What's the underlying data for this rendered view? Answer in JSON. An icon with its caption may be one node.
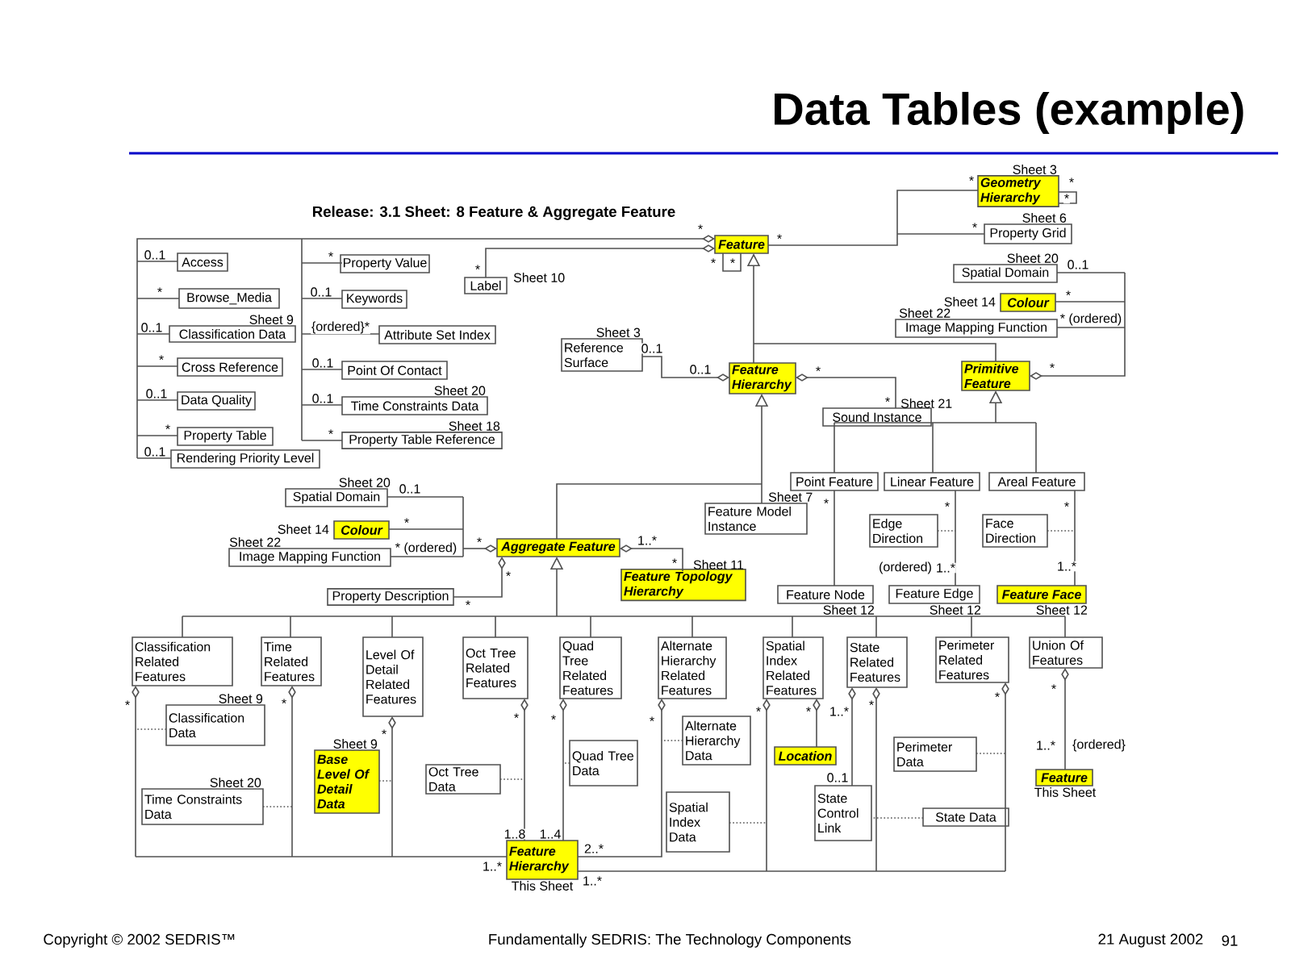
{
  "diagram": {
    "title": "Data Tables (example)",
    "nodes": [
      {
        "text": [
          "Feature"
        ]
      },
      {
        "text": [
          "Access"
        ]
      },
      {
        "text": [
          "Browse_Media"
        ]
      },
      {
        "text": [
          "Classification Data"
        ],
        "beside": [
          "Sheet 9"
        ]
      },
      {
        "text": [
          "Cross Reference"
        ]
      },
      {
        "text": [
          "Data Quality"
        ]
      },
      {
        "text": [
          "Property Table"
        ]
      },
      {
        "text": [
          "Rendering Priority Level"
        ]
      },
      {
        "text": [
          "Property Value"
        ]
      },
      {
        "text": [
          "Keywords"
        ]
      },
      {
        "text": [
          "Attribute Set Index"
        ]
      },
      {
        "text": [
          "Point Of Contact"
        ]
      },
      {
        "text": [
          "Time Constraints Data"
        ],
        "beside": [
          "Sheet 20"
        ]
      },
      {
        "text": [
          "Property Table Reference"
        ],
        "beside": [
          "Sheet 18"
        ]
      },
      {
        "text": [
          "Label"
        ],
        "beside": [
          "Sheet 10"
        ]
      },
      {
        "text": [
          "Geometry Hierarchy"
        ],
        "beside": [
          "Sheet 3"
        ]
      },
      {
        "text": [
          "Property Grid"
        ],
        "beside": [
          "Sheet 6"
        ]
      },
      {
        "text": [
          "Spatial Domain"
        ],
        "beside": [
          "Sheet 20"
        ]
      },
      {
        "text": [
          "Colour"
        ],
        "beside": [
          "Sheet 14"
        ]
      },
      {
        "text": [
          "Image Mapping Function"
        ],
        "beside": [
          "Sheet 22"
        ]
      },
      {
        "text": [
          "Primitive Feature"
        ]
      },
      {
        "text": [
          "Feature Hierarchy"
        ]
      },
      {
        "text": [
          "Reference Surface"
        ],
        "beside": [
          "Sheet 3"
        ]
      },
      {
        "text": [
          "Sound Instance"
        ],
        "beside": [
          "Sheet 21"
        ]
      },
      {
        "text": [
          "Point Feature"
        ]
      },
      {
        "text": [
          "Linear Feature"
        ]
      },
      {
        "text": [
          "Areal Feature"
        ]
      },
      {
        "text": [
          "Feature Model Instance"
        ],
        "beside": [
          "Sheet 7"
        ]
      },
      {
        "text": [
          "Edge Direction"
        ]
      },
      {
        "text": [
          "Face Direction"
        ]
      },
      {
        "text": [
          "Feature Node"
        ],
        "beside": [
          "Sheet 12"
        ]
      },
      {
        "text": [
          "Feature Edge"
        ],
        "beside": [
          "Sheet 12"
        ]
      },
      {
        "text": [
          "Feature Face"
        ],
        "beside": [
          "Sheet 12"
        ]
      },
      {
        "text": [
          "Aggregate Feature"
        ]
      },
      {
        "text": [
          "Spatial Domain"
        ],
        "beside": [
          "Sheet 20"
        ]
      },
      {
        "text": [
          "Colour"
        ],
        "beside": [
          "Sheet 14"
        ]
      },
      {
        "text": [
          "Image Mapping Function"
        ],
        "beside": [
          "Sheet 22"
        ]
      },
      {
        "text": [
          "Property Description"
        ]
      },
      {
        "text": [
          "Feature Topology Hierarchy"
        ],
        "beside": [
          "Sheet 11"
        ]
      },
      {
        "text": [
          "Classification Related Features"
        ]
      },
      {
        "text": [
          "Time Related Features"
        ]
      },
      {
        "text": [
          "Level Of Detail Related Features"
        ]
      },
      {
        "text": [
          "Oct Tree Related Features"
        ]
      },
      {
        "text": [
          "Quad Tree Related Features"
        ]
      },
      {
        "text": [
          "Alternate Hierarchy Related Features"
        ]
      },
      {
        "text": [
          "Spatial Index Related Features"
        ]
      },
      {
        "text": [
          "State Related Features"
        ]
      },
      {
        "text": [
          "Perimeter Related Features"
        ]
      },
      {
        "text": [
          "Union Of Features"
        ]
      },
      {
        "text": [
          "Classification Data"
        ],
        "beside": [
          "Sheet 9"
        ]
      },
      {
        "text": [
          "Time Constraints Data"
        ],
        "beside": [
          "Sheet 20"
        ]
      },
      {
        "text": [
          "Base Level Of Detail Data"
        ],
        "beside": [
          "Sheet 9"
        ]
      },
      {
        "text": [
          "Oct Tree Data"
        ]
      },
      {
        "text": [
          "Quad Tree Data"
        ]
      },
      {
        "text": [
          "Alternate Hierarchy Data"
        ]
      },
      {
        "text": [
          "Spatial Index Data"
        ]
      },
      {
        "text": [
          "Location"
        ]
      },
      {
        "text": [
          "State Control Link"
        ]
      },
      {
        "text": [
          "Perimeter Data"
        ]
      },
      {
        "text": [
          "State Data"
        ]
      },
      {
        "text": [
          "Feature Hierarchy"
        ],
        "beside": [
          "This Sheet"
        ]
      },
      {
        "text": [
          "Feature"
        ],
        "beside": [
          "This Sheet"
        ]
      }
    ],
    "edges": [
      {
        "from": 0,
        "to": 1,
        "arrow": "other",
        "label": "0..1"
      },
      {
        "from": 0,
        "to": 2,
        "arrow": "other",
        "label": "*"
      },
      {
        "from": 0,
        "to": 3,
        "arrow": "other",
        "label": "0..1"
      },
      {
        "from": 0,
        "to": 4,
        "arrow": "other",
        "label": "*"
      },
      {
        "from": 0,
        "to": 5,
        "arrow": "other",
        "label": "0..1"
      },
      {
        "from": 0,
        "to": 6,
        "arrow": "other",
        "label": "*"
      },
      {
        "from": 0,
        "to": 7,
        "arrow": "other",
        "label": "0..1"
      },
      {
        "from": 0,
        "to": 8,
        "arrow": "other",
        "label": "*"
      },
      {
        "from": 0,
        "to": 9,
        "arrow": "other",
        "label": "0..1"
      },
      {
        "from": 0,
        "to": 10,
        "arrow": "other",
        "label": "{ordered}*"
      },
      {
        "from": 0,
        "to": 11,
        "arrow": "other",
        "label": "0..1"
      },
      {
        "from": 0,
        "to": 12,
        "arrow": "other",
        "label": "0..1"
      },
      {
        "from": 0,
        "to": 13,
        "arrow": "other",
        "label": "*"
      },
      {
        "from": 0,
        "to": 14,
        "arrow": "other",
        "label": "*"
      },
      {
        "from": 0,
        "to": 0,
        "arrow": "none",
        "label": "*"
      },
      {
        "from": 0,
        "to": 15,
        "arrow": "none",
        "label": "*"
      },
      {
        "from": 0,
        "to": 16,
        "arrow": "none",
        "label": "*"
      },
      {
        "from": 15,
        "to": 15,
        "arrow": "none",
        "label": "*"
      },
      {
        "from": 20,
        "to": 17,
        "arrow": "other",
        "label": "0..1"
      },
      {
        "from": 20,
        "to": 18,
        "arrow": "other",
        "label": "*"
      },
      {
        "from": 20,
        "to": 19,
        "arrow": "other",
        "label": "* (ordered)"
      },
      {
        "from": 21,
        "to": 0,
        "arrow": "to"
      },
      {
        "from": 20,
        "to": 0,
        "arrow": "to"
      },
      {
        "from": 21,
        "to": 22,
        "arrow": "other",
        "label": "0..1"
      },
      {
        "from": 21,
        "to": 23,
        "arrow": "other",
        "label": "*"
      },
      {
        "from": 33,
        "to": 21,
        "arrow": "to"
      },
      {
        "from": 27,
        "to": 21,
        "arrow": "to"
      },
      {
        "from": 24,
        "to": 20,
        "arrow": "to"
      },
      {
        "from": 25,
        "to": 20,
        "arrow": "to"
      },
      {
        "from": 26,
        "to": 20,
        "arrow": "to"
      },
      {
        "from": 24,
        "to": 30,
        "arrow": "none",
        "label": "*"
      },
      {
        "from": 25,
        "to": 31,
        "arrow": "none",
        "label": "*"
      },
      {
        "from": 26,
        "to": 32,
        "arrow": "none",
        "label": "*"
      },
      {
        "from": 28,
        "to": null,
        "arrow": "none",
        "style": "dashed"
      },
      {
        "from": 29,
        "to": null,
        "arrow": "none",
        "style": "dashed"
      },
      {
        "from": 33,
        "to": 34,
        "arrow": "other",
        "label": "0..1"
      },
      {
        "from": 33,
        "to": 35,
        "arrow": "other",
        "label": "*"
      },
      {
        "from": 33,
        "to": 36,
        "arrow": "other",
        "label": "* (ordered)"
      },
      {
        "from": 33,
        "to": 37,
        "arrow": "other",
        "label": "*"
      },
      {
        "from": 33,
        "to": 38,
        "arrow": "other",
        "label": "*"
      },
      {
        "from": 39,
        "to": 33,
        "arrow": "to"
      },
      {
        "from": 40,
        "to": 33,
        "arrow": "to"
      },
      {
        "from": 41,
        "to": 33,
        "arrow": "to"
      },
      {
        "from": 42,
        "to": 33,
        "arrow": "to"
      },
      {
        "from": 43,
        "to": 33,
        "arrow": "to"
      },
      {
        "from": 44,
        "to": 33,
        "arrow": "to"
      },
      {
        "from": 45,
        "to": 33,
        "arrow": "to"
      },
      {
        "from": 46,
        "to": 33,
        "arrow": "to"
      },
      {
        "from": 47,
        "to": 33,
        "arrow": "to"
      },
      {
        "from": 48,
        "to": 33,
        "arrow": "to"
      },
      {
        "from": 39,
        "to": 60,
        "arrow": "other",
        "label": "1..*"
      },
      {
        "from": 40,
        "to": 60,
        "arrow": "other"
      },
      {
        "from": 41,
        "to": 60,
        "arrow": "other"
      },
      {
        "from": 42,
        "to": 60,
        "arrow": "other",
        "label": "1..8"
      },
      {
        "from": 43,
        "to": 60,
        "arrow": "other",
        "label": "1..4"
      },
      {
        "from": 44,
        "to": 60,
        "arrow": "other",
        "label": "2..*"
      },
      {
        "from": 45,
        "to": 60,
        "arrow": "other",
        "label": "1..*"
      },
      {
        "from": 46,
        "to": 60,
        "arrow": "other"
      },
      {
        "from": 47,
        "to": 60,
        "arrow": "other"
      },
      {
        "from": 45,
        "to": 56,
        "arrow": "other",
        "label": "*"
      },
      {
        "from": 46,
        "to": 57,
        "arrow": "other",
        "label": "0..1"
      },
      {
        "from": 48,
        "to": 61,
        "arrow": "other",
        "label": "1..*"
      },
      {
        "from": 49,
        "to": null,
        "arrow": "none",
        "style": "dashed"
      },
      {
        "from": 50,
        "to": null,
        "arrow": "none",
        "style": "dashed"
      },
      {
        "from": 51,
        "to": null,
        "arrow": "none",
        "style": "dashed"
      },
      {
        "from": 52,
        "to": null,
        "arrow": "none",
        "style": "dashed"
      },
      {
        "from": 53,
        "to": null,
        "arrow": "none",
        "style": "dashed"
      },
      {
        "from": 54,
        "to": null,
        "arrow": "none",
        "style": "dashed"
      },
      {
        "from": 55,
        "to": null,
        "arrow": "none",
        "style": "dashed"
      },
      {
        "from": 58,
        "to": null,
        "arrow": "none",
        "style": "dashed"
      },
      {
        "from": 59,
        "to": 57,
        "arrow": "none",
        "style": "dashed"
      }
    ],
    "labels": [
      "Release: 3.1 Sheet: 8 Feature & Aggregate Feature",
      "*",
      "*",
      "*",
      "*",
      "*",
      "0..1",
      "*",
      "(ordered)",
      "1..*",
      "1..*",
      "*",
      "*",
      "1..*",
      "*",
      "*",
      "*",
      "*",
      "*",
      "*",
      "*",
      "*",
      "*",
      "1..*",
      "{ordered}",
      "*",
      "Copyright © 2002 SEDRIS™",
      "Fundamentally SEDRIS: The Technology Components",
      "21 August 2002",
      "91"
    ]
  }
}
